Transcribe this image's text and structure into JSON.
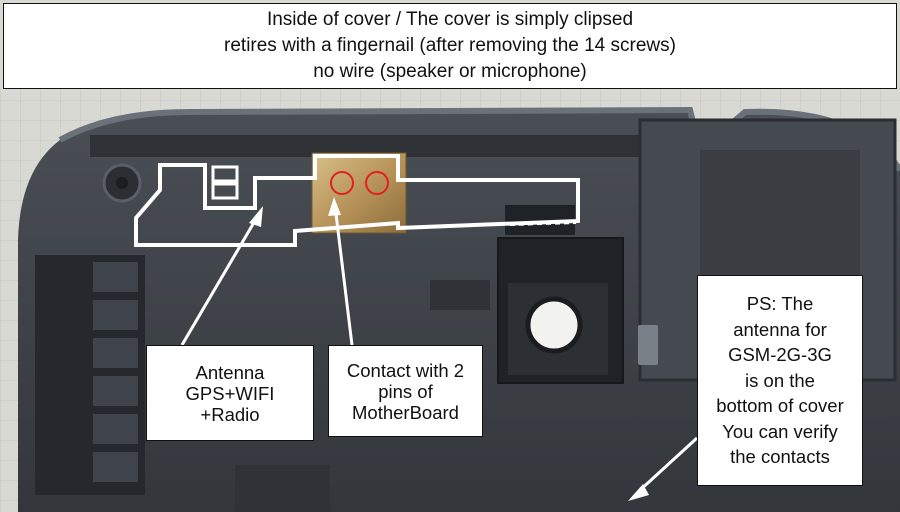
{
  "header": {
    "lines": [
      "Inside of cover / The cover is simply clipsed",
      "retires with a fingernail (after removing the 14 screws)",
      "no wire (speaker or microphone)"
    ]
  },
  "callouts": {
    "antenna": {
      "lines": [
        "Antenna",
        "GPS+WIFI",
        "+Radio"
      ]
    },
    "contact": {
      "lines": [
        "Contact with 2",
        "pins of",
        "MotherBoard"
      ]
    },
    "ps": {
      "lines": [
        "PS: The",
        "antenna for",
        "GSM-2G-3G",
        "is on the",
        "bottom of cover",
        "You can verify",
        "the contacts"
      ]
    }
  },
  "colors": {
    "plastic": "#3d4248",
    "background": "#d9d9d4",
    "annotation_white": "#ffffff",
    "contact_gold": "#c9ad78",
    "circle_red": "#e02020"
  }
}
